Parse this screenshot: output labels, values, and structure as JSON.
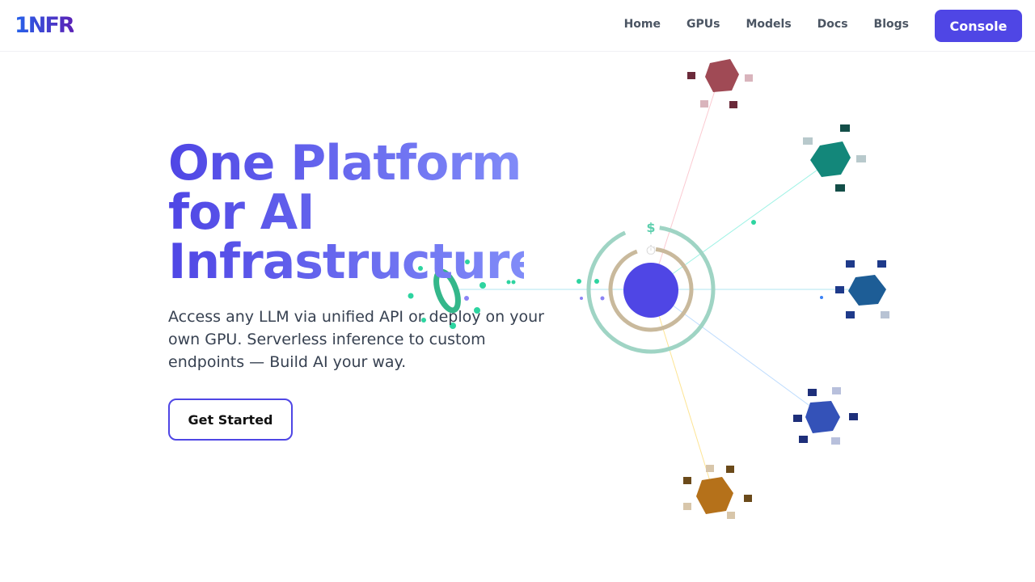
{
  "brand": {
    "logo": "1NFR"
  },
  "nav": {
    "items": [
      "Home",
      "GPUs",
      "Models",
      "Docs",
      "Blogs"
    ],
    "console": "Console"
  },
  "hero": {
    "title": "One Platform for AI Infrastructure",
    "subtitle": "Access any LLM via unified API or deploy on your own GPU. Serverless inference to custom endpoints — Build AI your way.",
    "cta": "Get Started"
  },
  "graphic": {
    "center_color": "#4f46e5",
    "ring_icon_top": "$",
    "ring_icon_inner": "⏱",
    "satellite_colors": [
      "#a04a55",
      "#13877a",
      "#1d5d96",
      "#3452b8",
      "#b5711a"
    ]
  }
}
